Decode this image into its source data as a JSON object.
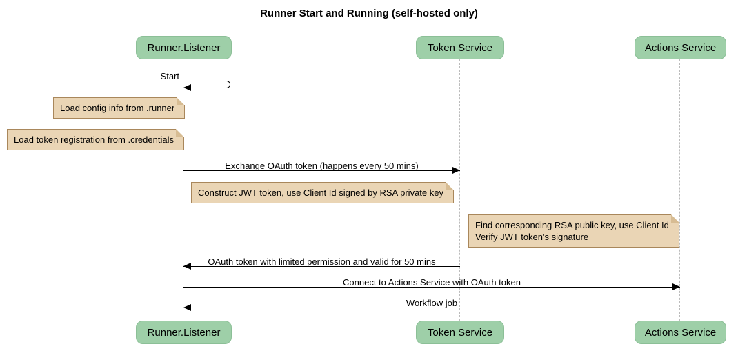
{
  "diagram": {
    "type": "sequence-diagram",
    "title": "Runner Start and Running (self-hosted only)",
    "participants": [
      {
        "name": "Runner.Listener"
      },
      {
        "name": "Token Service"
      },
      {
        "name": "Actions Service"
      }
    ],
    "self_message": {
      "label": "Start",
      "on": "Runner.Listener"
    },
    "messages": [
      {
        "label": "Exchange OAuth token (happens every 50 mins)",
        "from": "Runner.Listener",
        "to": "Token Service"
      },
      {
        "label": "OAuth token with limited permission and valid for 50 mins",
        "from": "Token Service",
        "to": "Runner.Listener"
      },
      {
        "label": "Connect to Actions Service with OAuth token",
        "from": "Runner.Listener",
        "to": "Actions Service"
      },
      {
        "label": "Workflow job",
        "from": "Actions Service",
        "to": "Runner.Listener"
      }
    ],
    "notes": [
      {
        "text": "Load config info from .runner",
        "near": "Runner.Listener"
      },
      {
        "text": "Load token registration from .credentials",
        "near": "Runner.Listener"
      },
      {
        "text": "Construct JWT token, use Client Id signed by RSA private key",
        "near": "Token Service"
      },
      {
        "line1": "Find corresponding RSA public key, use Client Id",
        "line2": "Verify JWT token's signature",
        "near": "Actions Service"
      }
    ],
    "colors": {
      "participant_fill": "#9ECFA8",
      "participant_border": "#8CBF97",
      "note_fill": "#EAD5B5",
      "note_border": "#A9875B",
      "note_fold": "#D7BC93",
      "lifeline": "#BBBBBB",
      "arrow": "#000000"
    }
  }
}
